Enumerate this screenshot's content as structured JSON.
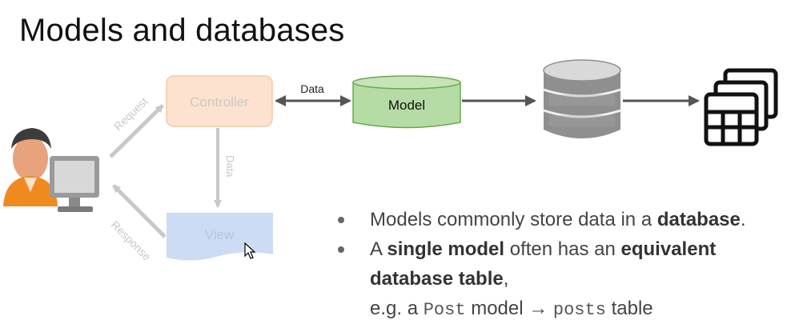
{
  "slide": {
    "title": "Models and databases"
  },
  "diagram": {
    "controller_label": "Controller",
    "model_label": "Model",
    "view_label": "View",
    "request_label": "Request",
    "response_label": "Response",
    "data_label_top": "Data",
    "data_label_vertical": "Data",
    "colors": {
      "controller_fill": "#fde3cf",
      "controller_stroke": "#f4c7a6",
      "model_fill": "#b6dca6",
      "model_stroke": "#6aa84f",
      "view_fill": "#cddcf5",
      "faded_arrow": "#c8c8c8",
      "dark_arrow": "#555555"
    },
    "icons": [
      "user-at-computer-icon",
      "database-server-icon",
      "tables-stack-icon"
    ]
  },
  "bullets": {
    "item1": {
      "before": "Models commonly store data in a ",
      "bold": "database",
      "after": "."
    },
    "item2": {
      "before": "A ",
      "bold1": "single model",
      "middle": " often has an ",
      "bold2": "equivalent database table",
      "after": ","
    },
    "example": {
      "prefix": "e.g. a ",
      "code1": "Post",
      "middle": " model → ",
      "code2": "posts",
      "suffix": " table"
    }
  }
}
